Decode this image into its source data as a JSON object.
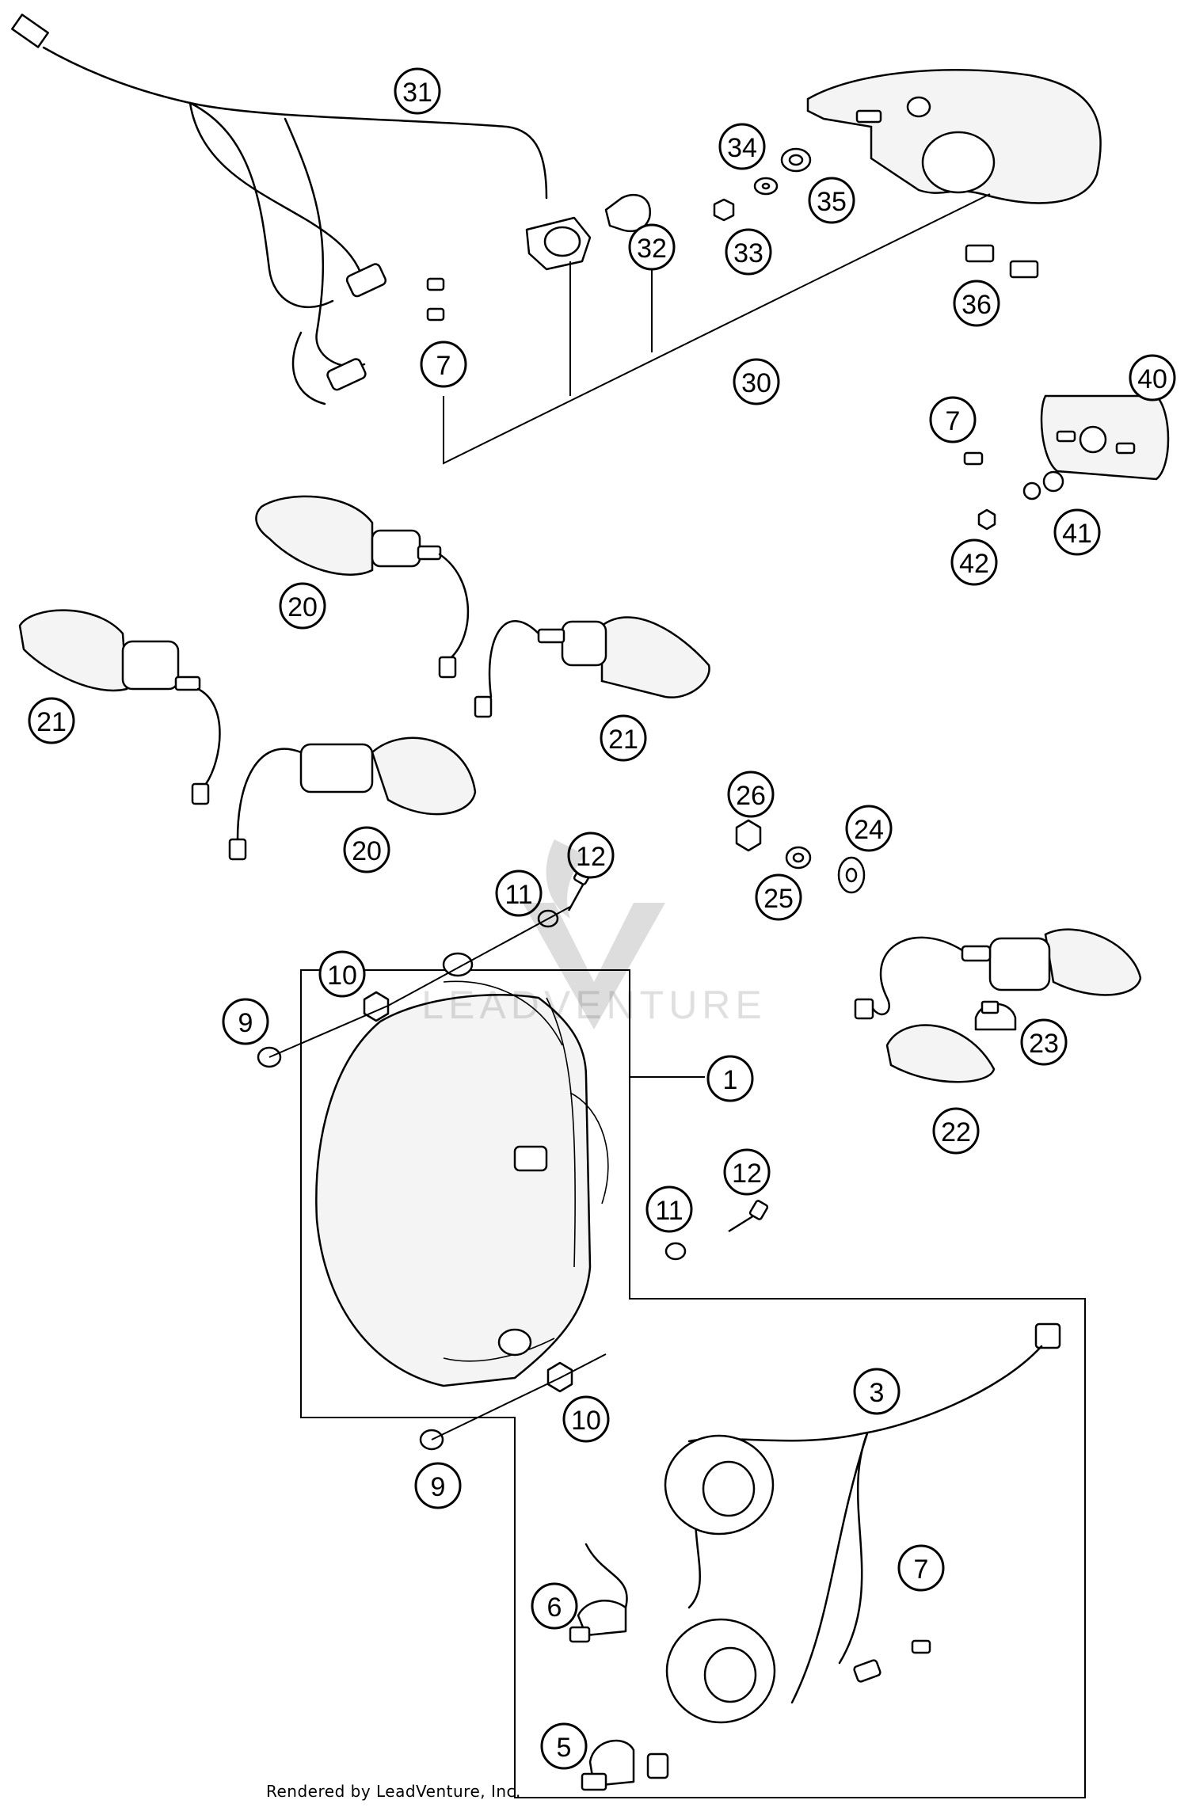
{
  "diagram": {
    "callouts": [
      "31",
      "34",
      "35",
      "32",
      "33",
      "36",
      "30",
      "7",
      "40",
      "7",
      "41",
      "42",
      "20",
      "21",
      "21",
      "20",
      "26",
      "24",
      "25",
      "12",
      "11",
      "10",
      "9",
      "1",
      "23",
      "22",
      "12",
      "11",
      "10",
      "9",
      "3",
      "7",
      "6",
      "5"
    ]
  },
  "watermark": {
    "text": "LEADVENTURE"
  },
  "footer": {
    "credit": "Rendered by LeadVenture, Inc."
  }
}
